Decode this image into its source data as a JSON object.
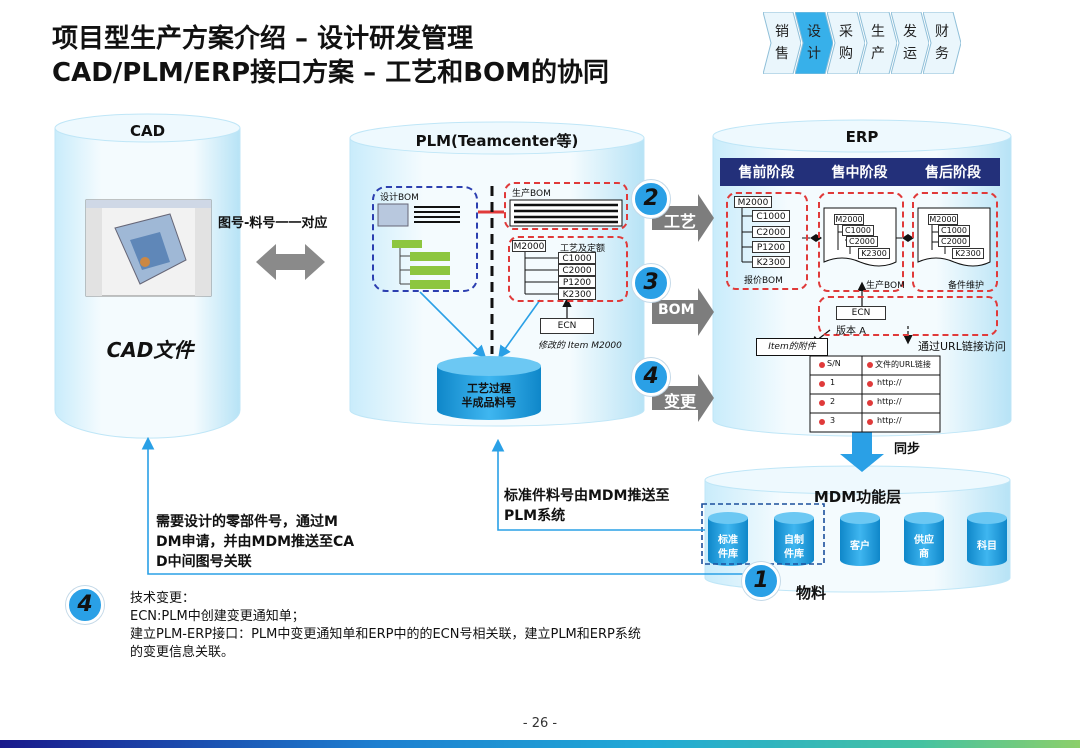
{
  "header": {
    "title_line1": "项目型生产方案介绍 – 设计研发管理",
    "title_line2": "CAD/PLM/ERP接口方案 – 工艺和BOM的协同"
  },
  "nav": {
    "steps": [
      {
        "label": "销售",
        "active": false
      },
      {
        "label": "设计",
        "active": true
      },
      {
        "label": "采购",
        "active": false
      },
      {
        "label": "生产",
        "active": false
      },
      {
        "label": "发运",
        "active": false
      },
      {
        "label": "财务",
        "active": false
      }
    ]
  },
  "cad": {
    "title": "CAD",
    "file_label": "CAD文件",
    "mapping_label": "图号-料号一一对应"
  },
  "plm": {
    "title": "PLM(Teamcenter等)",
    "design_bom": "设计BOM",
    "production_bom": "生产BOM",
    "process_label": "工艺及定额",
    "item_root": "M2000",
    "items": [
      "C1000",
      "C2000",
      "P1200",
      "K2300"
    ],
    "ecn": "ECN",
    "modified_label": "修改的 Item M2000",
    "db_line1": "工艺过程",
    "db_line2": "半成品料号"
  },
  "arrows": {
    "process": "工艺",
    "bom": "BOM",
    "change": "变更",
    "n2": "2",
    "n3": "3",
    "n4": "4"
  },
  "erp": {
    "title": "ERP",
    "phases": [
      "售前阶段",
      "售中阶段",
      "售后阶段"
    ],
    "quote_root": "M2000",
    "quote_items": [
      "C1000",
      "C2000",
      "P1200",
      "K2300"
    ],
    "quote_label": "报价BOM",
    "prod_root": "M2000",
    "prod_items": [
      "C1000",
      "C2000",
      "K2300"
    ],
    "prod_label": "生产BOM",
    "spare_root": "M2000",
    "spare_items": [
      "C1000",
      "C2000",
      "K2300"
    ],
    "spare_label": "备件维护",
    "ecn": "ECN",
    "version": "版本 A",
    "attachment": "Item的附件",
    "url_access": "通过URL链接访问",
    "table_header": [
      "S/N",
      "文件的URL链接"
    ],
    "table_rows": [
      [
        "1",
        "http://"
      ],
      [
        "2",
        "http://"
      ],
      [
        "3",
        "http://"
      ]
    ],
    "sync": "同步"
  },
  "mdm": {
    "title": "MDM功能层",
    "libs": [
      {
        "l1": "标准",
        "l2": "件库"
      },
      {
        "l1": "自制",
        "l2": "件库"
      },
      {
        "l1": "客户",
        "l2": ""
      },
      {
        "l1": "供应",
        "l2": "商"
      },
      {
        "l1": "科目",
        "l2": ""
      }
    ],
    "material_num": "1",
    "material_label": "物料"
  },
  "flows": {
    "plm_push_l1": "标准件料号由MDM推送至",
    "plm_push_l2": "PLM系统",
    "cad_req_l1": "需要设计的零部件号，通过M",
    "cad_req_l2": "DM申请，并由MDM推送至CA",
    "cad_req_l3": "D中间图号关联"
  },
  "notes": {
    "num": "4",
    "l1": "技术变更：",
    "l2": "ECN:PLM中创建变更通知单；",
    "l3": "建立PLM-ERP接口：PLM中变更通知单和ERP中的的ECN号相关联，建立PLM和ERP系统",
    "l4": "的变更信息关联。"
  },
  "page_number": "- 26 -",
  "colors": {
    "cyl_light": "#e6f6fd",
    "cyl_edge": "#bfe6f7",
    "accent_blue": "#2aa0e6",
    "phase_bar": "#23307a",
    "arrow_gray": "#7d7d7d",
    "red_dash": "#e03a3a",
    "blue_dash": "#2c3fb0",
    "green_bar": "#8dc63f"
  }
}
